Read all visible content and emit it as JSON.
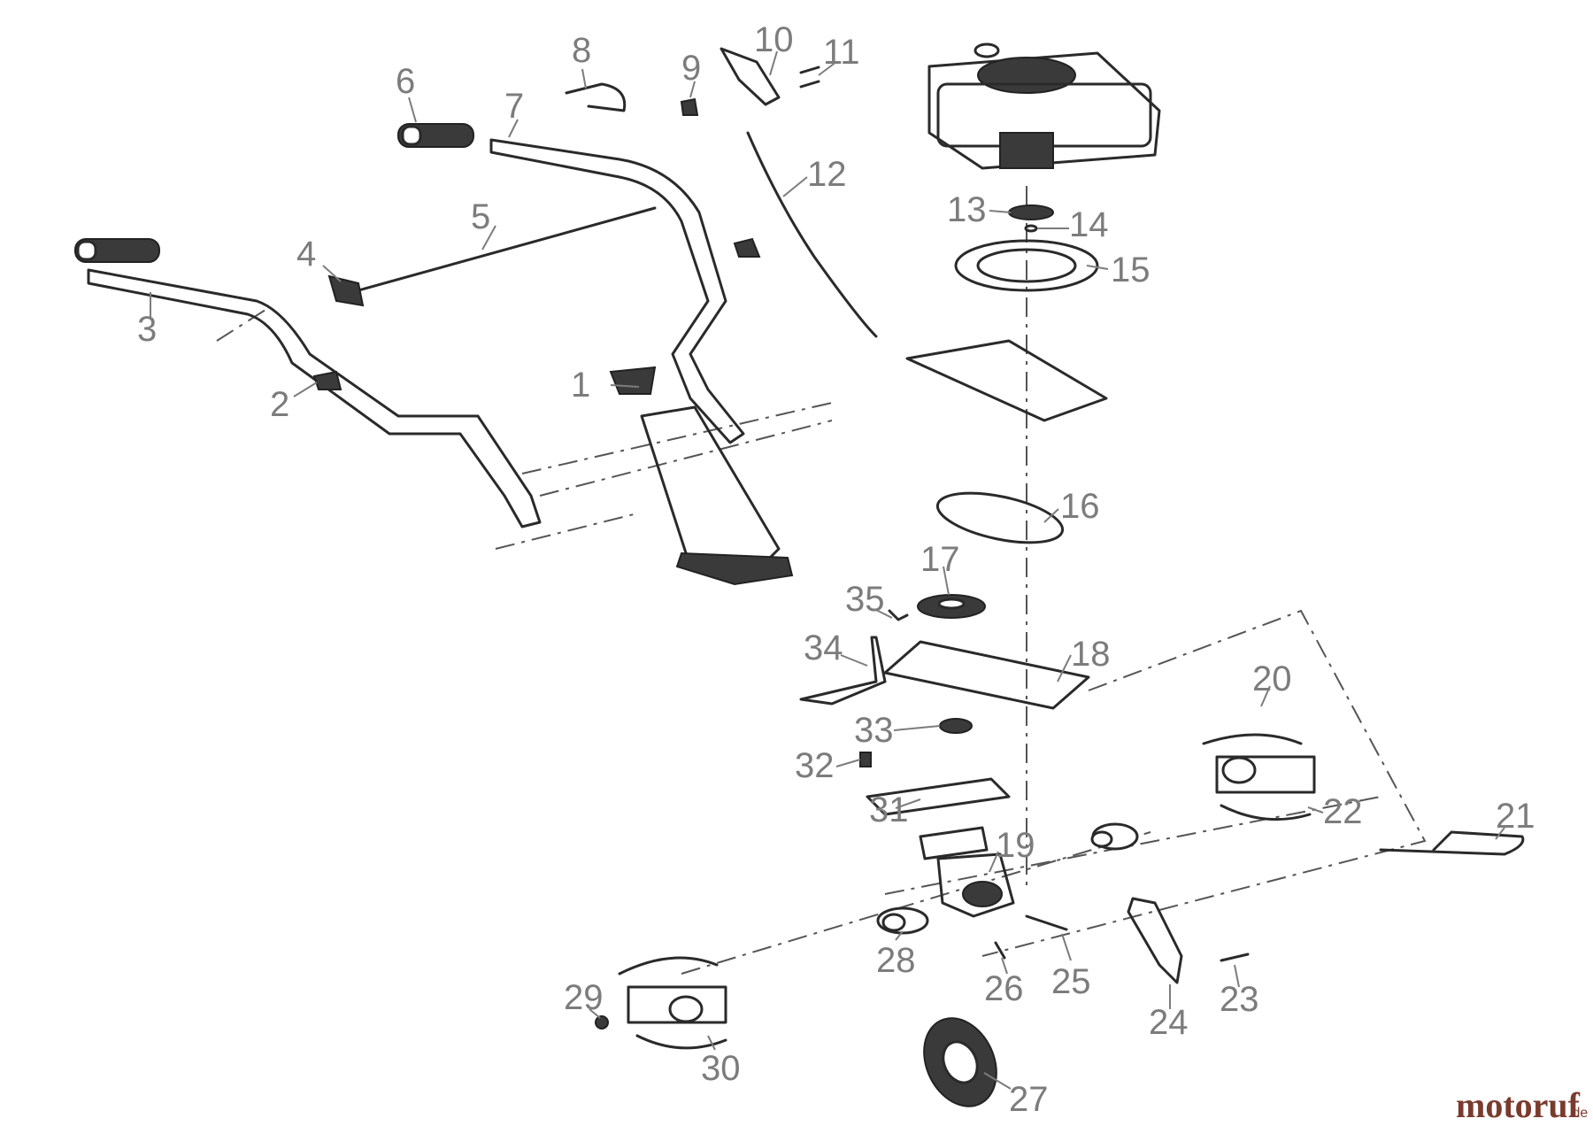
{
  "diagram": {
    "callouts": [
      "1",
      "2",
      "3",
      "4",
      "5",
      "6",
      "7",
      "8",
      "9",
      "10",
      "11",
      "12",
      "13",
      "14",
      "15",
      "16",
      "17",
      "18",
      "19",
      "20",
      "21",
      "22",
      "23",
      "24",
      "25",
      "26",
      "27",
      "28",
      "29",
      "30",
      "31",
      "32",
      "33",
      "34",
      "35"
    ]
  },
  "watermark": {
    "text": "motoruf",
    "suffix": ".de",
    "color": "#7a3b2e"
  }
}
